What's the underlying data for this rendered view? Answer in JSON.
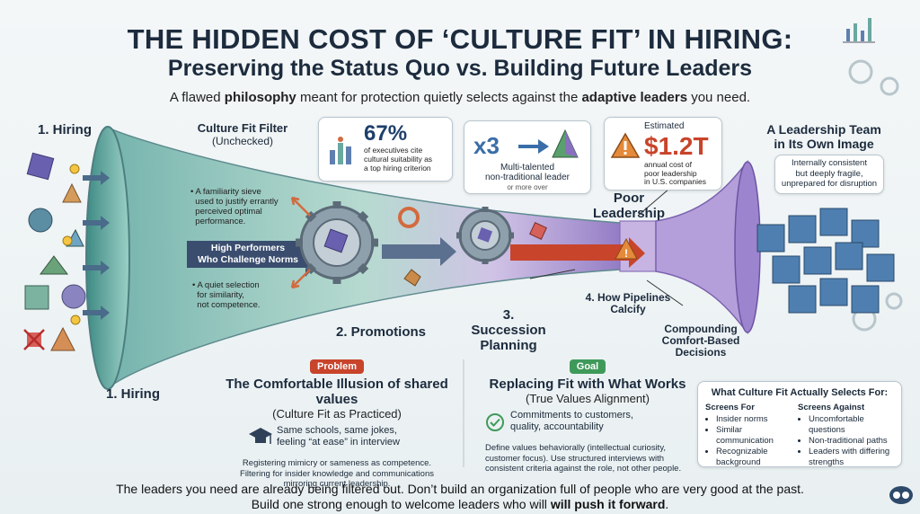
{
  "title_line1": "THE HIDDEN COST OF ‘CULTURE FIT’ IN HIRING:",
  "title_line2": "Preserving the Status Quo vs. Building Future Leaders",
  "subtitle": {
    "prefix": "A flawed ",
    "bold1": "philosophy",
    "middle": " meant for protection quietly selects against the ",
    "bold2": "adaptive leaders",
    "suffix": " you need."
  },
  "stages": {
    "hiring_top": "1. Hiring",
    "hiring_bottom": "1. Hiring",
    "promotions": "2. Promotions",
    "succession_line1": "3. Succession",
    "succession_line2": "Planning",
    "pipelines_line1": "4. How Pipelines",
    "pipelines_line2": "Calcify",
    "poor_line1": "Poor",
    "poor_line2": "Leadership",
    "compounding_line1": "Compounding",
    "compounding_line2": "Comfort-Based",
    "compounding_line3": "Decisions"
  },
  "filter": {
    "title": "Culture Fit Filter",
    "subtitle": "(Unchecked)",
    "bullet1_l1": "A familiarity sieve",
    "bullet1_l2": "used to justify errantly",
    "bullet1_l3": "perceived optimal",
    "bullet1_l4": "performance.",
    "bullet2_l1": "A quiet selection",
    "bullet2_l2": "for similarity,",
    "bullet2_l3": "not competence."
  },
  "arrow_label": {
    "line1": "High Performers",
    "line2": "Who Challenge Norms"
  },
  "stat1": {
    "value": "67%",
    "line1": "of executives cite",
    "line2": "cultural suitability as",
    "line3": "a top hiring criterion"
  },
  "stat2": {
    "value": "x3",
    "line1": "Multi-talented",
    "line2": "non-traditional leader",
    "line3": "or more over"
  },
  "stat3": {
    "prefix": "Estimated",
    "value": "$1.2T",
    "line1": "annual cost of",
    "line2": "poor leadership",
    "line3": "in U.S. companies"
  },
  "team": {
    "title_line1": "A Leadership Team",
    "title_line2": "in Its Own Image",
    "desc_line1": "Internally consistent",
    "desc_line2": "but deeply fragile,",
    "desc_line3": "unprepared for disruption"
  },
  "problem": {
    "badge": "Problem",
    "title": "The Comfortable Illusion of shared values",
    "subtitle": "(Culture Fit as Practiced)",
    "icon_line1": "Same schools, same jokes,",
    "icon_line2": "feeling “at ease” in interview",
    "body_line1": "Registering mimicry or sameness as competence.",
    "body_line2": "Filtering for insider knowledge and communications",
    "body_line3": "mirroring current leadership."
  },
  "goal": {
    "badge": "Goal",
    "title": "Replacing Fit with What Works",
    "subtitle": "(True Values Alignment)",
    "icon_line1": "Commitments to customers,",
    "icon_line2": "quality, accountability",
    "body_line1": "Define values behaviorally (intellectual curiosity,",
    "body_line2": "customer focus). Use structured interviews with",
    "body_line3": "consistent criteria against the role, not other people."
  },
  "selects": {
    "title": "What Culture Fit Actually Selects For:",
    "for_title": "Screens For",
    "for_items": [
      "Insider norms",
      "Similar communication",
      "Recognizable background"
    ],
    "against_title": "Screens Against",
    "against_items": [
      "Uncomfortable questions",
      "Non-traditional paths",
      "Leaders with differing strengths"
    ]
  },
  "bottom": {
    "line1": "The leaders you need are already being filtered out. Don’t build an organization full of people who are very good at the past.",
    "line2_prefix": "Build one strong enough to welcome leaders who will ",
    "line2_bold": "will push it forward",
    "line2_suffix": "."
  },
  "colors": {
    "funnel_left": "#5fa8a0",
    "funnel_right": "#8a6fc0",
    "accent_red": "#c8442b",
    "accent_green": "#3f9a5a",
    "arrow_dark": "#3a4d6e",
    "navy": "#1e3f6b"
  }
}
